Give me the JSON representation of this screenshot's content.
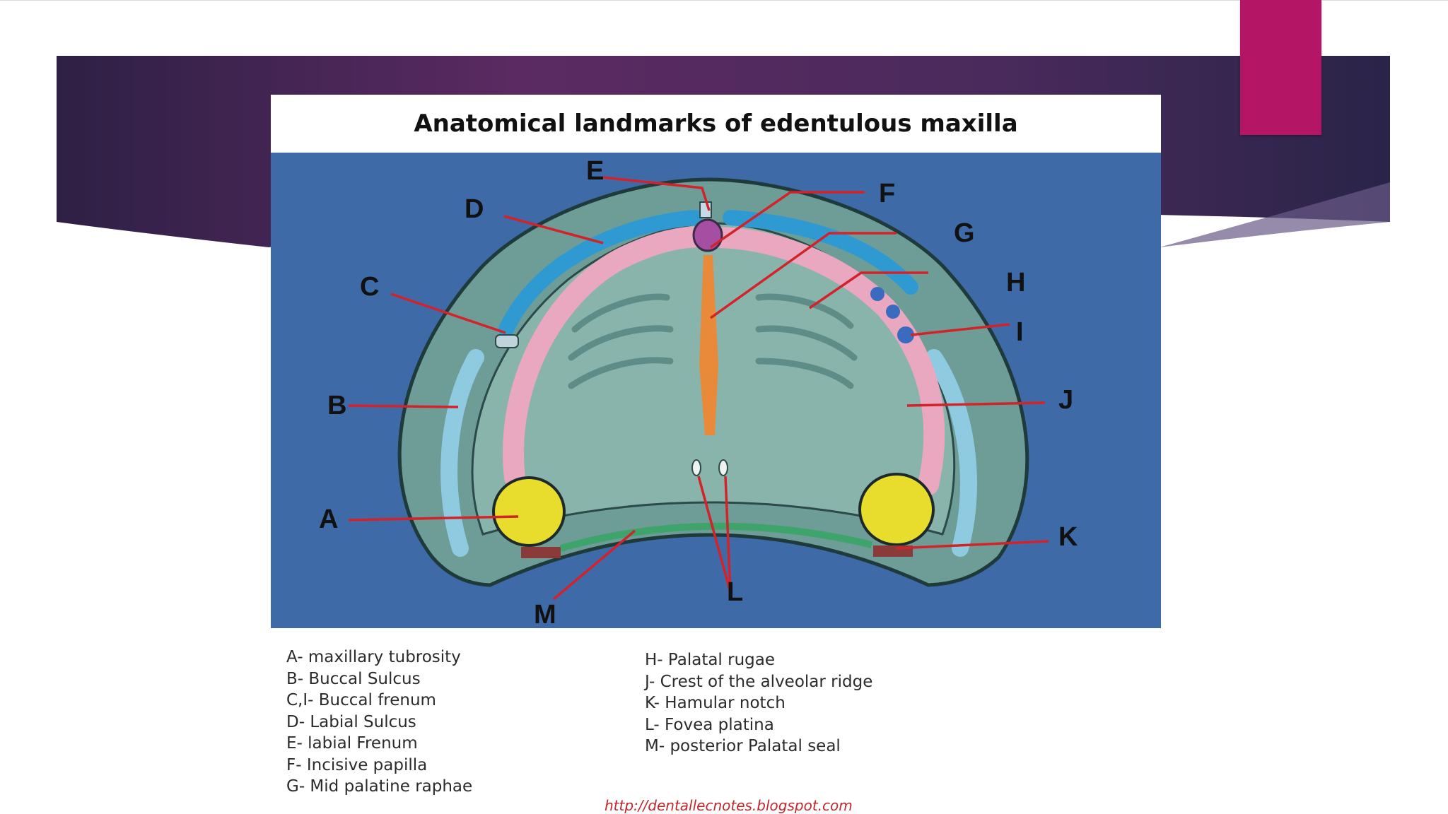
{
  "slide": {
    "colors": {
      "banner_dark": "#2c1f45",
      "banner_mid": "#5a2a63",
      "accent": "#b51565"
    }
  },
  "figure": {
    "title": "Anatomical landmarks of edentulous maxilla",
    "labels": [
      "A",
      "B",
      "C",
      "D",
      "E",
      "F",
      "G",
      "H",
      "I",
      "J",
      "K",
      "L",
      "M"
    ],
    "colors": {
      "background_blue": "#3e6aa8",
      "cast": "#6c9a95",
      "sulcus_blue": "#2f9ad2",
      "ridge_pink": "#e9a7c0",
      "raphae_orange": "#e98a3a",
      "tuberosity_yellow": "#e8dc2c",
      "papilla_purple": "#a64fa2",
      "seal_green": "#3fa46b",
      "leader_red": "#d2232a"
    }
  },
  "legend": {
    "left": [
      "A- maxillary tubrosity",
      "B- Buccal Sulcus",
      "C,I- Buccal frenum",
      "D- Labial Sulcus",
      "E- labial Frenum",
      "F- Incisive papilla",
      "G- Mid palatine raphae"
    ],
    "right": [
      "H- Palatal rugae",
      "J- Crest of the alveolar ridge",
      "K- Hamular notch",
      "L- Fovea platina",
      "M- posterior Palatal seal"
    ]
  },
  "source_url": "http://dentallecnotes.blogspot.com"
}
